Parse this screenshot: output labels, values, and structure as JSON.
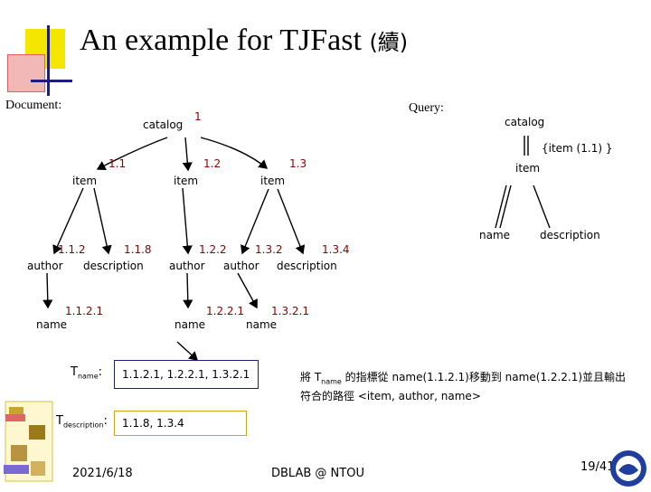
{
  "slide": {
    "title": "An example for TJFast",
    "title_suffix": "(續)",
    "document_label": "Document:",
    "query_label": "Query:",
    "date": "2021/6/18",
    "footer_center": "DBLAB @ NTOU",
    "page": "19/41"
  },
  "doc_tree": {
    "nodes": [
      {
        "id": "root",
        "name": "catalog",
        "label": "1"
      },
      {
        "id": "n11",
        "name": "item",
        "label": "1.1"
      },
      {
        "id": "n12",
        "name": "item",
        "label": "1.2"
      },
      {
        "id": "n13",
        "name": "item",
        "label": "1.3"
      },
      {
        "id": "n112",
        "name": "author",
        "label": "1.1.2"
      },
      {
        "id": "n118",
        "name": "description",
        "label": "1.1.8"
      },
      {
        "id": "n122",
        "name": "author",
        "label": "1.2.2"
      },
      {
        "id": "n132",
        "name": "author",
        "label": "1.3.2"
      },
      {
        "id": "n134",
        "name": "description",
        "label": "1.3.4"
      },
      {
        "id": "n1121",
        "name": "name",
        "label": "1.1.2.1"
      },
      {
        "id": "n1221",
        "name": "name",
        "label": "1.2.2.1"
      },
      {
        "id": "n1321",
        "name": "name",
        "label": "1.3.2.1"
      }
    ]
  },
  "query_tree": {
    "catalog": "catalog",
    "item": "item",
    "item_set": "{item (1.1) }",
    "name": "name",
    "description": "description"
  },
  "streams": {
    "tname_T": "T",
    "tname_sub": "name",
    "tname_colon": ":",
    "tname_values": "1.1.2.1, 1.2.2.1, 1.3.2.1",
    "tname_color": "#1f1f7a",
    "tdesc_T": "T",
    "tdesc_sub": "description",
    "tdesc_colon": ":",
    "tdesc_values": "1.1.8,  1.3.4",
    "tdesc_color": "#d4a017"
  },
  "note": {
    "line1_a": "將 T",
    "line1_sub": "name",
    "line1_b": " 的指標從 name(1.1.2.1)移動到 name(1.2.2.1)並且輸出",
    "line2": "符合的路徑 <item, author, name>"
  },
  "colors": {
    "accent_yellow": "#f5e600",
    "accent_red": "#e06060",
    "accent_blue": "#1f1f7a",
    "label_red": "#8b0000"
  }
}
